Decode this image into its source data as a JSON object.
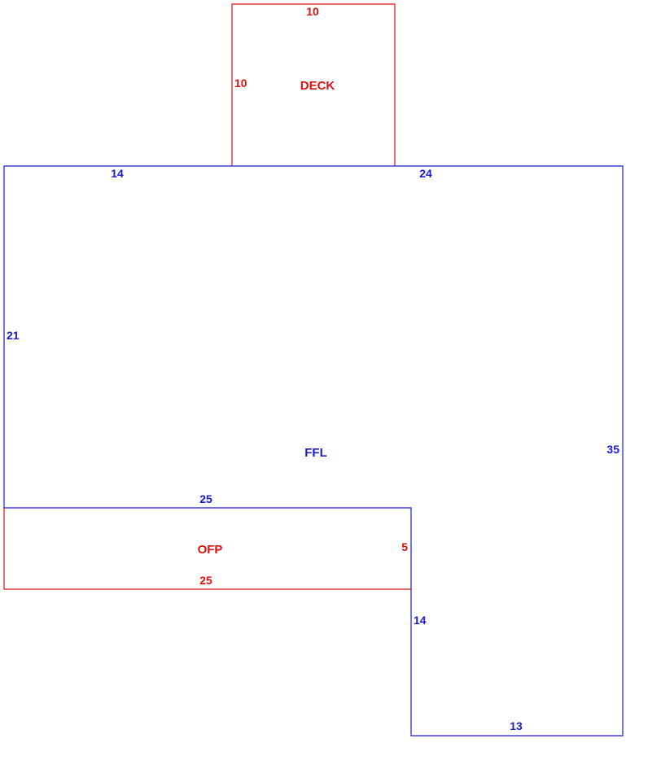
{
  "colors": {
    "main_area": "#1a1acc",
    "secondary_area": "#dd1111",
    "background": "#ffffff"
  },
  "areas": [
    {
      "code": "DECK",
      "color_role": "secondary_area",
      "dimensions": [
        "10",
        "10"
      ]
    },
    {
      "code": "FFL",
      "color_role": "main_area",
      "dimensions": [
        "14",
        "24",
        "21",
        "35",
        "25",
        "14",
        "13"
      ]
    },
    {
      "code": "OFP",
      "color_role": "secondary_area",
      "dimensions": [
        "25",
        "5"
      ]
    }
  ]
}
